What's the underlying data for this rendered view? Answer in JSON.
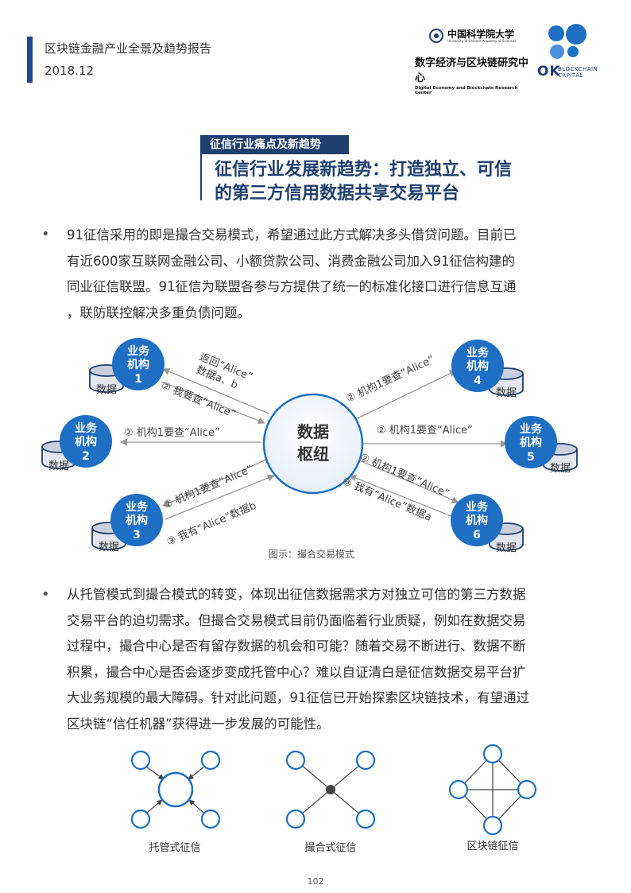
{
  "header": {
    "report_title": "区块链金融产业全景及趋势报告",
    "date": "2018.12",
    "ucas_name": "中国科学院大学",
    "ucas_en": "University of Chinese Academy of Sciences",
    "center_cn": "数字经济与区块链研究中心",
    "center_en": "Digital Economy and Blockchain Research Center",
    "ok_mark": "OK",
    "ok_sub1": "BLOCKCHAIN",
    "ok_sub2": "CAPITAL",
    "colors": {
      "brand_blue": "#1f3f6f",
      "node_blue": "#1e6fc4",
      "arrow_gray": "#999999"
    }
  },
  "section": {
    "tag": "征信行业痛点及新趋势",
    "title_line1": "征信行业发展新趋势：打造独立、可信",
    "title_line2": "的第三方信用数据共享交易平台"
  },
  "paragraph1": {
    "bullet": "•",
    "lines": [
      "91征信采用的即是撮合交易模式，希望通过此方式解决多头借贷问题。目前已",
      "有近600家互联网金融公司、小额贷款公司、消费金融公司加入91征信构建的",
      "同业征信联盟。91征信为联盟各参与方提供了统一的标准化接口进行信息互通",
      "，联防联控解决多重负债问题。"
    ]
  },
  "diagram": {
    "hub_line1": "数据",
    "hub_line2": "枢纽",
    "node_line1": "业务",
    "node_line2": "机构",
    "db_label": "数据",
    "nodes": [
      "1",
      "2",
      "3",
      "4",
      "5",
      "6"
    ],
    "labels": {
      "n1_return_1": "返回“Alice”",
      "n1_return_2": "数据a、b",
      "n1_query": "② 我要查“Alice”",
      "n2_query": "② 机构1要查“Alice”",
      "n3_query": "② 机构1要查“Alice”",
      "n3_reply": "③ 我有“Alice”数据b",
      "n4_query": "② 机构1要查“Alice”",
      "n5_query": "② 机构1要查“Alice”",
      "n6_query": "② 机构1要查“Alice”",
      "n6_reply": "③ 我有“Alice”数据a"
    },
    "caption": "图示：撮合交易模式"
  },
  "paragraph2": {
    "bullet": "•",
    "lines": [
      "从托管模式到撮合模式的转变，体现出征信数据需求方对独立可信的第三方数据",
      "交易平台的迫切需求。但撮合交易模式目前仍面临着行业质疑，例如在数据交易",
      "过程中，撮合中心是否有留存数据的机会和可能？随着交易不断进行、数据不断",
      "积累，撮合中心是否会逐步变成托管中心？难以自证清白是征信数据交易平台扩",
      "大业务规模的最大障碍。针对此问题，91征信已开始探索区块链技术，有望通过",
      "区块链“信任机器”获得进一步发展的可能性。"
    ]
  },
  "models": {
    "custody": "托管式征信",
    "matchmaking": "撮合式征信",
    "blockchain": "区块链征信"
  },
  "page_number": "102"
}
